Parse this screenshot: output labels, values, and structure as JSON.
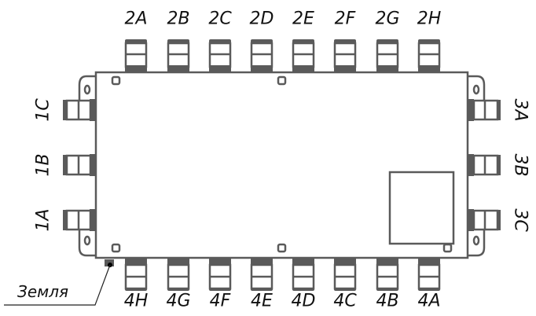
{
  "top_connectors": [
    "2A",
    "2B",
    "2C",
    "2D",
    "2E",
    "2F",
    "2G",
    "2H"
  ],
  "bottom_connectors": [
    "4H",
    "4G",
    "4F",
    "4E",
    "4D",
    "4C",
    "4B",
    "4A"
  ],
  "left_connectors": [
    "1C",
    "1B",
    "1A"
  ],
  "right_connectors": [
    "3A",
    "3B",
    "3C"
  ],
  "ground_label": "Земля",
  "colors": {
    "line": "#5a5a5a",
    "fill": "#5a5a5a"
  }
}
